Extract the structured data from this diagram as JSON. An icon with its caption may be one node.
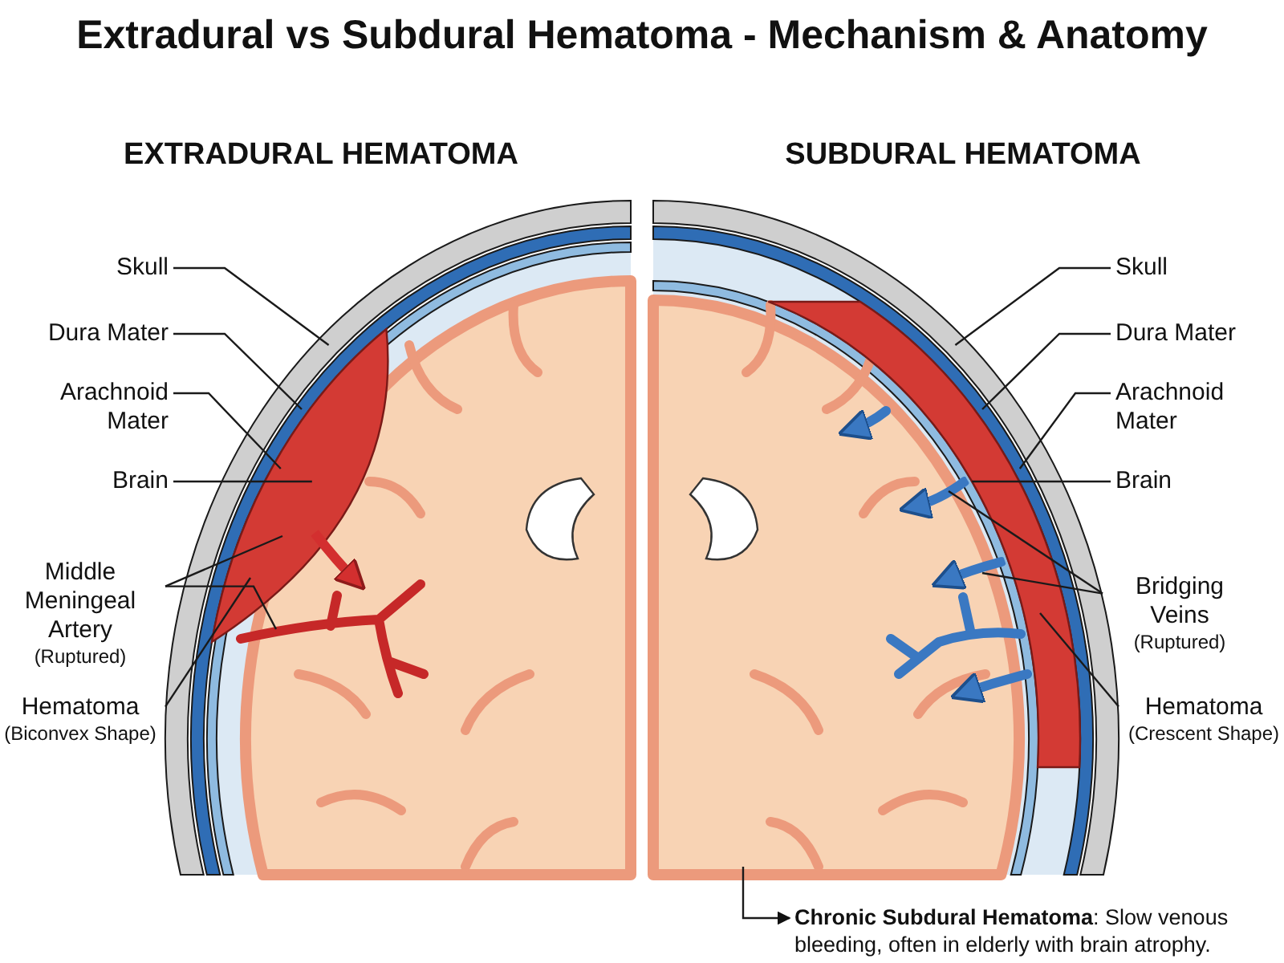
{
  "diagram": {
    "title": "Extradural vs Subdural Hematoma - Mechanism & Anatomy",
    "nodes": [
      {
        "text": [
          "Skull"
        ]
      },
      {
        "text": [
          "Dura Mater"
        ]
      },
      {
        "text": [
          "Arachnoid Mater"
        ]
      },
      {
        "text": [
          "Brain"
        ]
      },
      {
        "text": [
          "Middle Meningeal Artery",
          "(Ruptured)"
        ]
      },
      {
        "text": [
          "Hematoma",
          "(Biconvex Shape)"
        ]
      },
      {
        "text": [
          "Skull"
        ]
      },
      {
        "text": [
          "Dura Mater"
        ]
      },
      {
        "text": [
          "Arachnoid Mater"
        ]
      },
      {
        "text": [
          "Brain"
        ]
      },
      {
        "text": [
          "Bridging Veins",
          "(Ruptured)"
        ]
      },
      {
        "text": [
          "Hematoma",
          "(Crescent Shape)"
        ]
      },
      {
        "text": [
          "**Chronic Subdural Hematoma**: Slow venous bleeding, often in elderly with brain atrophy."
        ]
      },
      {
        "text": [],
        "shape": "band"
      },
      {
        "text": [],
        "shape": "band"
      },
      {
        "text": [],
        "shape": "band"
      },
      {
        "text": [],
        "shape": "picture"
      },
      {
        "text": [],
        "shape": "picture",
        "in": 16
      },
      {
        "text": [],
        "shape": "lens"
      },
      {
        "text": [],
        "shape": "band"
      },
      {
        "text": [],
        "shape": "band"
      },
      {
        "text": [],
        "shape": "band"
      },
      {
        "text": [],
        "shape": "picture"
      },
      {
        "text": [],
        "shape": "picture",
        "in": 22
      },
      {
        "text": [],
        "shape": "picture",
        "in": 22
      },
      {
        "text": [],
        "shape": "crescent"
      }
    ],
    "edges": [
      {
        "from": 0,
        "to": 13,
        "arrow": "none"
      },
      {
        "from": 1,
        "to": 14,
        "arrow": "none"
      },
      {
        "from": 2,
        "to": 15,
        "arrow": "none"
      },
      {
        "from": 3,
        "to": 16,
        "arrow": "none"
      },
      {
        "from": 4,
        "to": 18,
        "arrow": "none"
      },
      {
        "from": 4,
        "to": 17,
        "arrow": "none"
      },
      {
        "from": 5,
        "to": 18,
        "arrow": "none"
      },
      {
        "from": 6,
        "to": 19,
        "arrow": "none"
      },
      {
        "from": 7,
        "to": 20,
        "arrow": "none"
      },
      {
        "from": 8,
        "to": 21,
        "arrow": "none"
      },
      {
        "from": 9,
        "to": 22,
        "arrow": "none"
      },
      {
        "from": 10,
        "to": 23,
        "arrow": "none"
      },
      {
        "from": 10,
        "to": 24,
        "arrow": "none"
      },
      {
        "from": 11,
        "to": 25,
        "arrow": "none"
      },
      {
        "from": 22,
        "to": 12,
        "arrow": "to"
      }
    ],
    "labels": [
      "EXTRADURAL HEMATOMA",
      "SUBDURAL HEMATOMA"
    ]
  }
}
